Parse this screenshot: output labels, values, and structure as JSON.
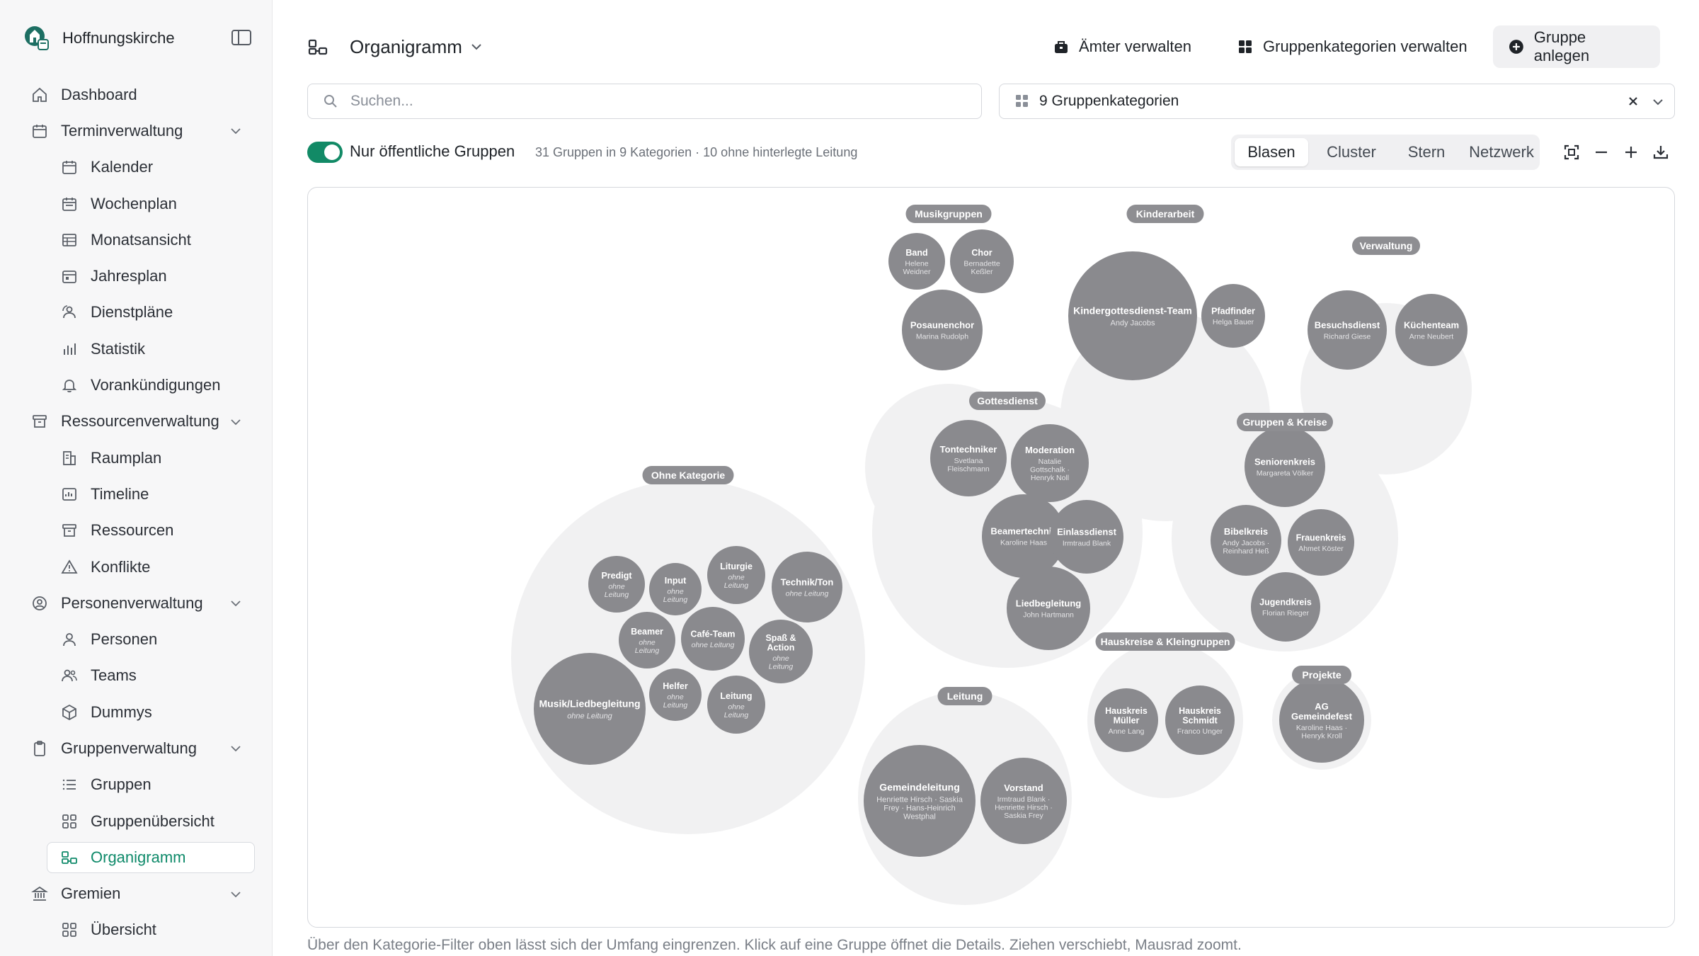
{
  "app": {
    "name": "Hoffnungskirche"
  },
  "sidebar": {
    "items": [
      {
        "label": "Dashboard",
        "icon": "home-icon",
        "level": 0
      },
      {
        "label": "Terminverwaltung",
        "icon": "calendar-icon",
        "level": 0,
        "expandable": true
      },
      {
        "label": "Kalender",
        "icon": "calendar-icon",
        "level": 1
      },
      {
        "label": "Wochenplan",
        "icon": "calendar-week-icon",
        "level": 1
      },
      {
        "label": "Monatsansicht",
        "icon": "table-icon",
        "level": 1
      },
      {
        "label": "Jahresplan",
        "icon": "calendar-year-icon",
        "level": 1
      },
      {
        "label": "Dienstpläne",
        "icon": "users-rotate-icon",
        "level": 1
      },
      {
        "label": "Statistik",
        "icon": "bar-chart-icon",
        "level": 1
      },
      {
        "label": "Vorankündigungen",
        "icon": "bell-icon",
        "level": 1
      },
      {
        "label": "Ressourcenverwaltung",
        "icon": "archive-icon",
        "level": 0,
        "expandable": true
      },
      {
        "label": "Raumplan",
        "icon": "building-icon",
        "level": 1
      },
      {
        "label": "Timeline",
        "icon": "timeline-icon",
        "level": 1
      },
      {
        "label": "Ressourcen",
        "icon": "box-icon",
        "level": 1
      },
      {
        "label": "Konflikte",
        "icon": "warning-icon",
        "level": 1
      },
      {
        "label": "Personenverwaltung",
        "icon": "user-circle-icon",
        "level": 0,
        "expandable": true
      },
      {
        "label": "Personen",
        "icon": "user-icon",
        "level": 1
      },
      {
        "label": "Teams",
        "icon": "users-icon",
        "level": 1
      },
      {
        "label": "Dummys",
        "icon": "cube-icon",
        "level": 1
      },
      {
        "label": "Gruppenverwaltung",
        "icon": "clipboard-icon",
        "level": 0,
        "expandable": true
      },
      {
        "label": "Gruppen",
        "icon": "list-icon",
        "level": 1
      },
      {
        "label": "Gruppenübersicht",
        "icon": "grid-icon",
        "level": 1
      },
      {
        "label": "Organigramm",
        "icon": "org-chart-icon",
        "level": 1,
        "active": true
      },
      {
        "label": "Gremien",
        "icon": "institution-icon",
        "level": 0,
        "expandable": true
      },
      {
        "label": "Übersicht",
        "icon": "grid-icon",
        "level": 1
      }
    ]
  },
  "header": {
    "title": "Organigramm",
    "buttons": {
      "aemter": "Ämter verwalten",
      "kategorien": "Gruppenkategorien verwalten",
      "anlegen": "Gruppe anlegen"
    }
  },
  "filters": {
    "search_placeholder": "Suchen...",
    "category_select": "9 Gruppenkategorien",
    "toggle_label": "Nur öffentliche Gruppen",
    "toggle_on": true,
    "stats": "31 Gruppen in 9 Kategorien · 10 ohne hinterlegte Leitung"
  },
  "view_tabs": [
    {
      "label": "Blasen",
      "active": true
    },
    {
      "label": "Cluster",
      "active": false
    },
    {
      "label": "Stern",
      "active": false
    },
    {
      "label": "Netzwerk",
      "active": false
    }
  ],
  "colors": {
    "accent": "#128a66",
    "bubble": "#8a8a8e",
    "cluster_bg": "#f1f1f2",
    "badge": "#8e8e92"
  },
  "clusters": [
    {
      "name": "Musikgruppen",
      "groups": [
        {
          "name": [
            "Band"
          ],
          "leader": [
            "Helene",
            "Weidner"
          ]
        },
        {
          "name": [
            "Chor"
          ],
          "leader": [
            "Bernadette",
            "Keßler"
          ]
        },
        {
          "name": [
            "Posaunenchor"
          ],
          "leader": [
            "Marina Rudolph"
          ]
        }
      ]
    },
    {
      "name": "Kinderarbeit",
      "groups": [
        {
          "name": [
            "Kindergottesdienst-Team"
          ],
          "leader": [
            "Andy Jacobs"
          ]
        },
        {
          "name": [
            "Pfadfinder"
          ],
          "leader": [
            "Helga Bauer"
          ]
        }
      ]
    },
    {
      "name": "Verwaltung",
      "groups": [
        {
          "name": [
            "Besuchsdienst"
          ],
          "leader": [
            "Richard Giese"
          ]
        },
        {
          "name": [
            "Küchenteam"
          ],
          "leader": [
            "Arne Neubert"
          ]
        }
      ]
    },
    {
      "name": "Gottesdienst",
      "groups": [
        {
          "name": [
            "Tontechniker"
          ],
          "leader": [
            "Svetlana",
            "Fleischmann"
          ]
        },
        {
          "name": [
            "Moderation"
          ],
          "leader": [
            "Natalie",
            "Gottschalk ·",
            "Henryk Noll"
          ]
        },
        {
          "name": [
            "Beamertechnik"
          ],
          "leader": [
            "Karoline Haas"
          ]
        },
        {
          "name": [
            "Einlassdienst"
          ],
          "leader": [
            "Irmtraud Blank"
          ]
        },
        {
          "name": [
            "Liedbegleitung"
          ],
          "leader": [
            "John Hartmann"
          ]
        }
      ]
    },
    {
      "name": "Gruppen & Kreise",
      "groups": [
        {
          "name": [
            "Seniorenkreis"
          ],
          "leader": [
            "Margareta Völker"
          ]
        },
        {
          "name": [
            "Bibelkreis"
          ],
          "leader": [
            "Andy Jacobs ·",
            "Reinhard Heß"
          ]
        },
        {
          "name": [
            "Frauenkreis"
          ],
          "leader": [
            "Ahmet Köster"
          ]
        },
        {
          "name": [
            "Jugendkreis"
          ],
          "leader": [
            "Florian Rieger"
          ]
        }
      ]
    },
    {
      "name": "Ohne Kategorie",
      "groups": [
        {
          "name": [
            "Predigt"
          ],
          "leader": [
            "ohne",
            "Leitung"
          ],
          "no_lead": true
        },
        {
          "name": [
            "Input"
          ],
          "leader": [
            "ohne",
            "Leitung"
          ],
          "no_lead": true
        },
        {
          "name": [
            "Liturgie"
          ],
          "leader": [
            "ohne",
            "Leitung"
          ],
          "no_lead": true
        },
        {
          "name": [
            "Technik/Ton"
          ],
          "leader": [
            "ohne Leitung"
          ],
          "no_lead": true
        },
        {
          "name": [
            "Beamer"
          ],
          "leader": [
            "ohne",
            "Leitung"
          ],
          "no_lead": true
        },
        {
          "name": [
            "Café-Team"
          ],
          "leader": [
            "ohne Leitung"
          ],
          "no_lead": true
        },
        {
          "name": [
            "Spaß &",
            "Action"
          ],
          "leader": [
            "ohne",
            "Leitung"
          ],
          "no_lead": true
        },
        {
          "name": [
            "Helfer"
          ],
          "leader": [
            "ohne",
            "Leitung"
          ],
          "no_lead": true
        },
        {
          "name": [
            "Leitung"
          ],
          "leader": [
            "ohne",
            "Leitung"
          ],
          "no_lead": true
        },
        {
          "name": [
            "Musik/Liedbegleitung"
          ],
          "leader": [
            "ohne Leitung"
          ],
          "no_lead": true
        }
      ]
    },
    {
      "name": "Hauskreise & Kleingruppen",
      "groups": [
        {
          "name": [
            "Hauskreis",
            "Müller"
          ],
          "leader": [
            "Anne Lang"
          ]
        },
        {
          "name": [
            "Hauskreis",
            "Schmidt"
          ],
          "leader": [
            "Franco Unger"
          ]
        }
      ]
    },
    {
      "name": "Projekte",
      "groups": [
        {
          "name": [
            "AG",
            "Gemeindefest"
          ],
          "leader": [
            "Karoline Haas ·",
            "Henryk Kroll"
          ]
        }
      ]
    },
    {
      "name": "Leitung",
      "groups": [
        {
          "name": [
            "Gemeindeleitung"
          ],
          "leader": [
            "Henriette Hirsch · Saskia",
            "Frey · Hans-Heinrich",
            "Westphal"
          ]
        },
        {
          "name": [
            "Vorstand"
          ],
          "leader": [
            "Irmtraud Blank ·",
            "Henriette Hirsch ·",
            "Saskia Frey"
          ]
        }
      ]
    }
  ],
  "footer_hint": "Über den Kategorie-Filter oben lässt sich der Umfang eingrenzen. Klick auf eine Gruppe öffnet die Details. Ziehen verschiebt, Mausrad zoomt."
}
